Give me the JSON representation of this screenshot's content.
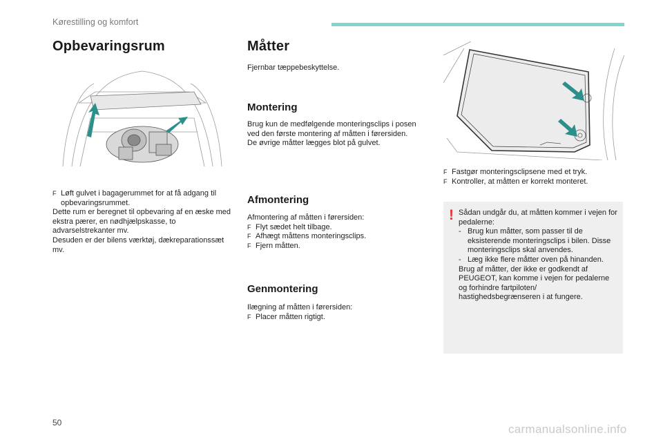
{
  "header": {
    "section": "Kørestilling og komfort"
  },
  "storage": {
    "title": "Opbevaringsrum",
    "bullet": "Løft gulvet i bagagerummet for at få adgang til opbevaringsrummet.",
    "lines": [
      "Dette rum er beregnet til opbevaring af en æske med ekstra pærer, en nødhjælpskasse, to advarselstrekanter mv.",
      "Desuden er der bilens værktøj, dækreparationssæt mv."
    ]
  },
  "mats": {
    "title": "Måtter",
    "intro": "Fjernbar tæppebeskyttelse.",
    "mounting": {
      "title": "Montering",
      "lines": [
        "Brug kun de medfølgende monteringsclips i posen ved den første montering af måtten i førersiden.",
        "De øvrige måtter lægges blot på gulvet."
      ]
    },
    "removal": {
      "title": "Afmontering",
      "intro": "Afmontering af måtten i førersiden:",
      "bullets": [
        "Flyt sædet helt tilbage.",
        "Afhægt måttens monteringsclips.",
        "Fjern måtten."
      ]
    },
    "refit": {
      "title": "Genmontering",
      "intro": "Ilægning af måtten i førersiden:",
      "bullets": [
        "Placer måtten rigtigt."
      ]
    },
    "right_bullets": [
      "Fastgør monteringsclipsene med et tryk.",
      "Kontroller, at måtten er korrekt monteret."
    ]
  },
  "warning": {
    "mark": "!",
    "intro": "Sådan undgår du, at måtten kommer i vejen for pedalerne:",
    "items": [
      "Brug kun måtter, som passer til de eksisterende monteringsclips i bilen. Disse monteringsclips skal anvendes.",
      "Læg ikke flere måtter oven på hinanden."
    ],
    "outro": "Brug af måtter, der ikke er godkendt af PEUGEOT, kan komme i vejen for pedalerne og forhindre fartpiloten/ hastighedsbegrænseren i at fungere."
  },
  "page_number": "50",
  "watermark": "carmanualsonline.info",
  "bullet_symbol": "F",
  "dash_symbol": "-",
  "colors": {
    "accent_bar": "#7fd6d0",
    "arrow": "#2b8f8a",
    "warning_mark": "#e53340",
    "warning_bg": "#efefef"
  }
}
